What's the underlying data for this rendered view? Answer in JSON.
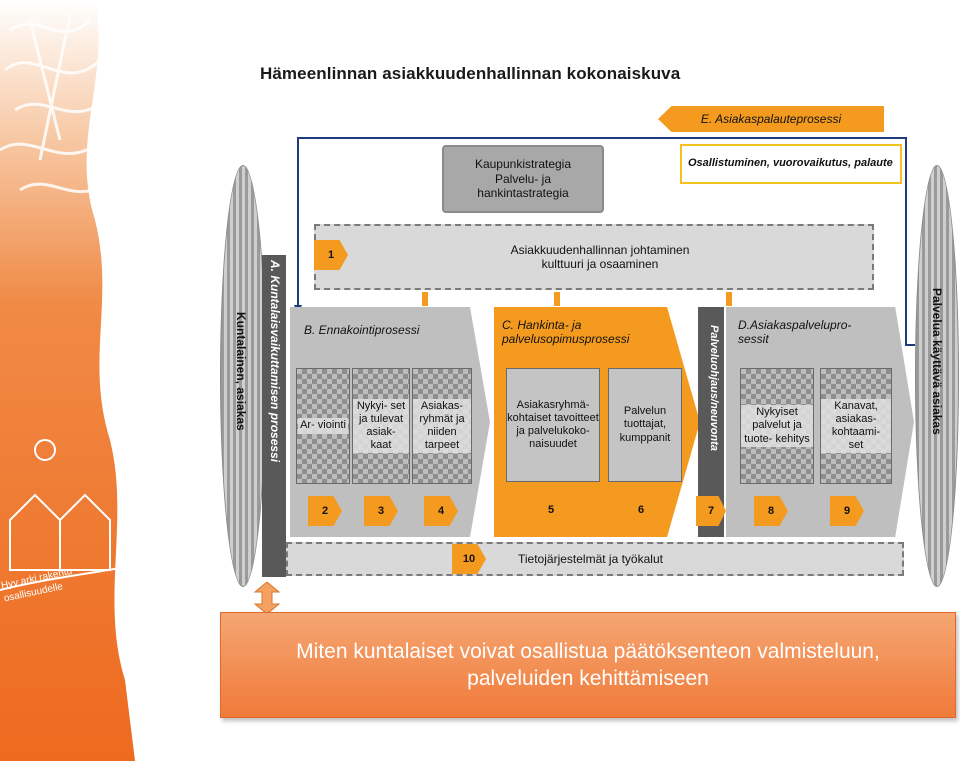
{
  "title": "Hämeenlinnan asiakkuudenhallinnan kokonaiskuva",
  "feedback_process": "E. Asiakaspalauteprosessi",
  "participation": "Osallistuminen, vuorovaikutus, palaute",
  "strategy": "Kaupunkistrategia Palvelu- ja hankintastrategia",
  "leadership": "Asiakkuudenhallinnan johtaminen kulttuuri ja osaaminen",
  "left_ellipse": "Kuntalainen, asiakas",
  "right_ellipse": "Palvelua käyttävä asiakas",
  "process_a": "A. Kuntalaisvaikuttamisen prosessi",
  "process_b": "B. Ennakointiprosessi",
  "process_c": "C. Hankinta- ja palvelusopimusprosessi",
  "service_guidance": "Palveluohjaus/neuvonta",
  "process_d": "D.Asiakaspalvelupro- sessit",
  "it_systems": "Tietojärjestelmät ja työkalut",
  "steps": {
    "s1": "1",
    "s2": "2",
    "s3": "3",
    "s4": "4",
    "s5": "5",
    "s6": "6",
    "s7": "7",
    "s8": "8",
    "s9": "9",
    "s10": "10"
  },
  "b_boxes": [
    "Ar- viointi",
    "Nykyi- set ja tulevat asiak- kaat",
    "Asiakas- ryhmät ja niiden tarpeet"
  ],
  "c_boxes": [
    "Asiakasryhmä- kohtaiset tavoitteet ja palvelukoko- naisuudet",
    "Palvelun tuottajat, kumppanit"
  ],
  "d_boxes": [
    "Nykyiset palvelut ja tuote- kehitys",
    "Kanavat, asiakas- kohtaami- set"
  ],
  "question": "Miten kuntalaiset voivat osallistua päätöksenteon valmisteluun, palveluiden kehittämiseen",
  "deco_text": "Hyv arki rakentu osallisuudelle",
  "colors": {
    "orange": "#f49b1f",
    "navy": "#1f3a7a",
    "gray": "#bfbfbf",
    "banner": "#f07a3a"
  }
}
